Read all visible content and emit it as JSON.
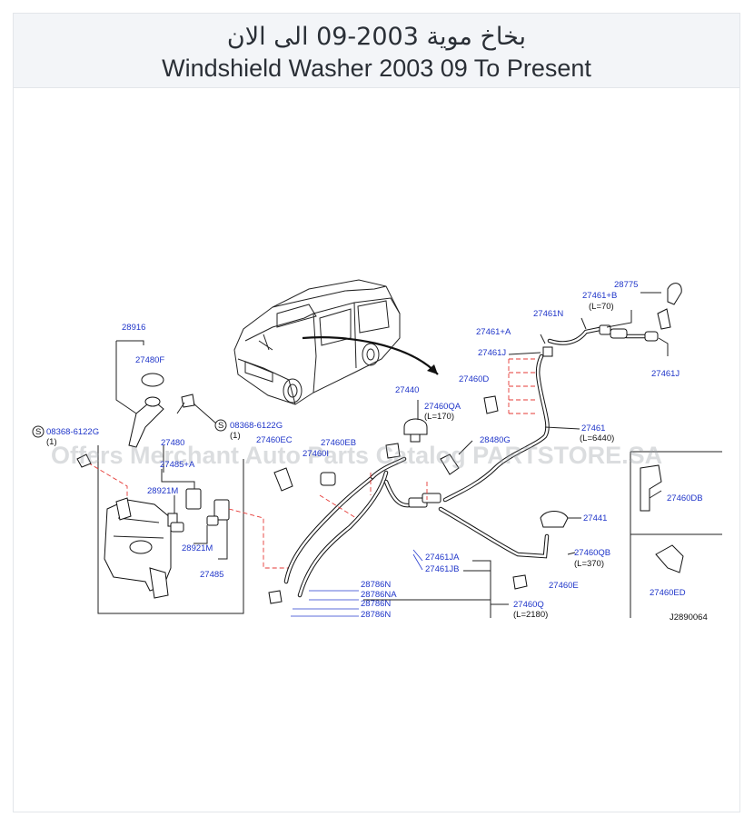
{
  "header": {
    "title_ar": "بخاخ موية 2003-09 الى الان",
    "title_en": "Windshield Washer 2003 09 To Present"
  },
  "watermark": "Offers Merchant Auto Parts Catalog PARTSTORE.SA",
  "diagram_code": "J2890064",
  "callouts": [
    {
      "id": "28916",
      "text": "28916"
    },
    {
      "id": "27480F",
      "text": "27480F"
    },
    {
      "id": "08368-6122G-a",
      "text": "08368-6122G",
      "qty": "(1)"
    },
    {
      "id": "08368-6122G-b",
      "text": "08368-6122G",
      "qty": "(1)"
    },
    {
      "id": "27480",
      "text": "27480"
    },
    {
      "id": "27485+A",
      "text": "27485+A"
    },
    {
      "id": "28921M-a",
      "text": "28921M"
    },
    {
      "id": "28921M-b",
      "text": "28921M"
    },
    {
      "id": "27485",
      "text": "27485"
    },
    {
      "id": "27460EC",
      "text": "27460EC"
    },
    {
      "id": "27460EB",
      "text": "27460EB"
    },
    {
      "id": "27460I",
      "text": "27460I"
    },
    {
      "id": "27440",
      "text": "27440"
    },
    {
      "id": "27460QA",
      "text": "27460QA",
      "qty": "(L=170)"
    },
    {
      "id": "28480G",
      "text": "28480G"
    },
    {
      "id": "27460D",
      "text": "27460D"
    },
    {
      "id": "27461",
      "text": "27461",
      "qty": "(L=6440)"
    },
    {
      "id": "28775",
      "text": "28775"
    },
    {
      "id": "27461+B",
      "text": "27461+B",
      "qty": "(L=70)"
    },
    {
      "id": "27461N",
      "text": "27461N"
    },
    {
      "id": "27461+A",
      "text": "27461+A"
    },
    {
      "id": "27461J-a",
      "text": "27461J"
    },
    {
      "id": "27461J-b",
      "text": "27461J"
    },
    {
      "id": "27460DB",
      "text": "27460DB"
    },
    {
      "id": "27441",
      "text": "27441"
    },
    {
      "id": "27460QB",
      "text": "27460QB",
      "qty": "(L=370)"
    },
    {
      "id": "27460E",
      "text": "27460E"
    },
    {
      "id": "27460ED",
      "text": "27460ED"
    },
    {
      "id": "27461JA",
      "text": "27461JA"
    },
    {
      "id": "27461JB",
      "text": "27461JB"
    },
    {
      "id": "28786N-a",
      "text": "28786N"
    },
    {
      "id": "28786NA",
      "text": "28786NA"
    },
    {
      "id": "28786N-b",
      "text": "28786N"
    },
    {
      "id": "28786N-c",
      "text": "28786N"
    },
    {
      "id": "27460Q",
      "text": "27460Q",
      "qty": "(L=2180)"
    }
  ],
  "s_marker": "S"
}
